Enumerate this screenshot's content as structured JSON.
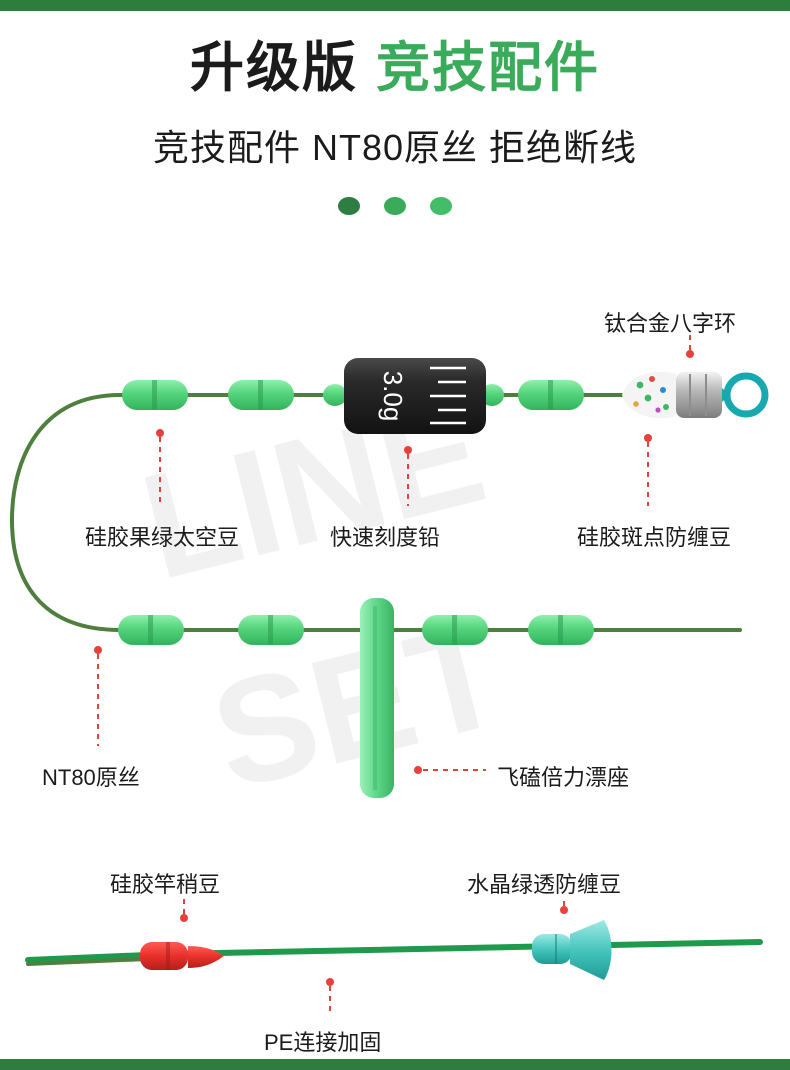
{
  "header": {
    "title_part1": "升级版",
    "title_part2": "竞技配件",
    "subtitle": "竞技配件 NT80原丝 拒绝断线",
    "accent_color": "#3aab5a",
    "dark_color": "#1b1b1b",
    "dots": [
      "dot-1",
      "dot-2",
      "dot-3"
    ]
  },
  "watermark": {
    "line1": "LINE",
    "line2": "SET"
  },
  "diagram": {
    "weight_label": "3.0g",
    "labels": {
      "swivel": "钛合金八字环",
      "bead_green": "硅胶果绿太空豆",
      "weight": "快速刻度铅",
      "spot_bead": "硅胶斑点防缠豆",
      "nt80": "NT80原丝",
      "float_seat": "飞磕倍力漂座",
      "rod_tip_bead": "硅胶竿稍豆",
      "crystal_bead": "水晶绿透防缠豆",
      "pe_joint": "PE连接加固"
    },
    "colors": {
      "line_green": "#4e7f3e",
      "bead_green": "#5ad47f",
      "weight_body": "#2b2b2b",
      "callout_red": "#e8413c",
      "red_bead": "#e8302b",
      "crystal": "#49c8c0",
      "pe_line": "#1f9a4d"
    }
  },
  "bars": {
    "top_bar": "top-green-bar",
    "bottom_bar": "bottom-green-bar"
  }
}
